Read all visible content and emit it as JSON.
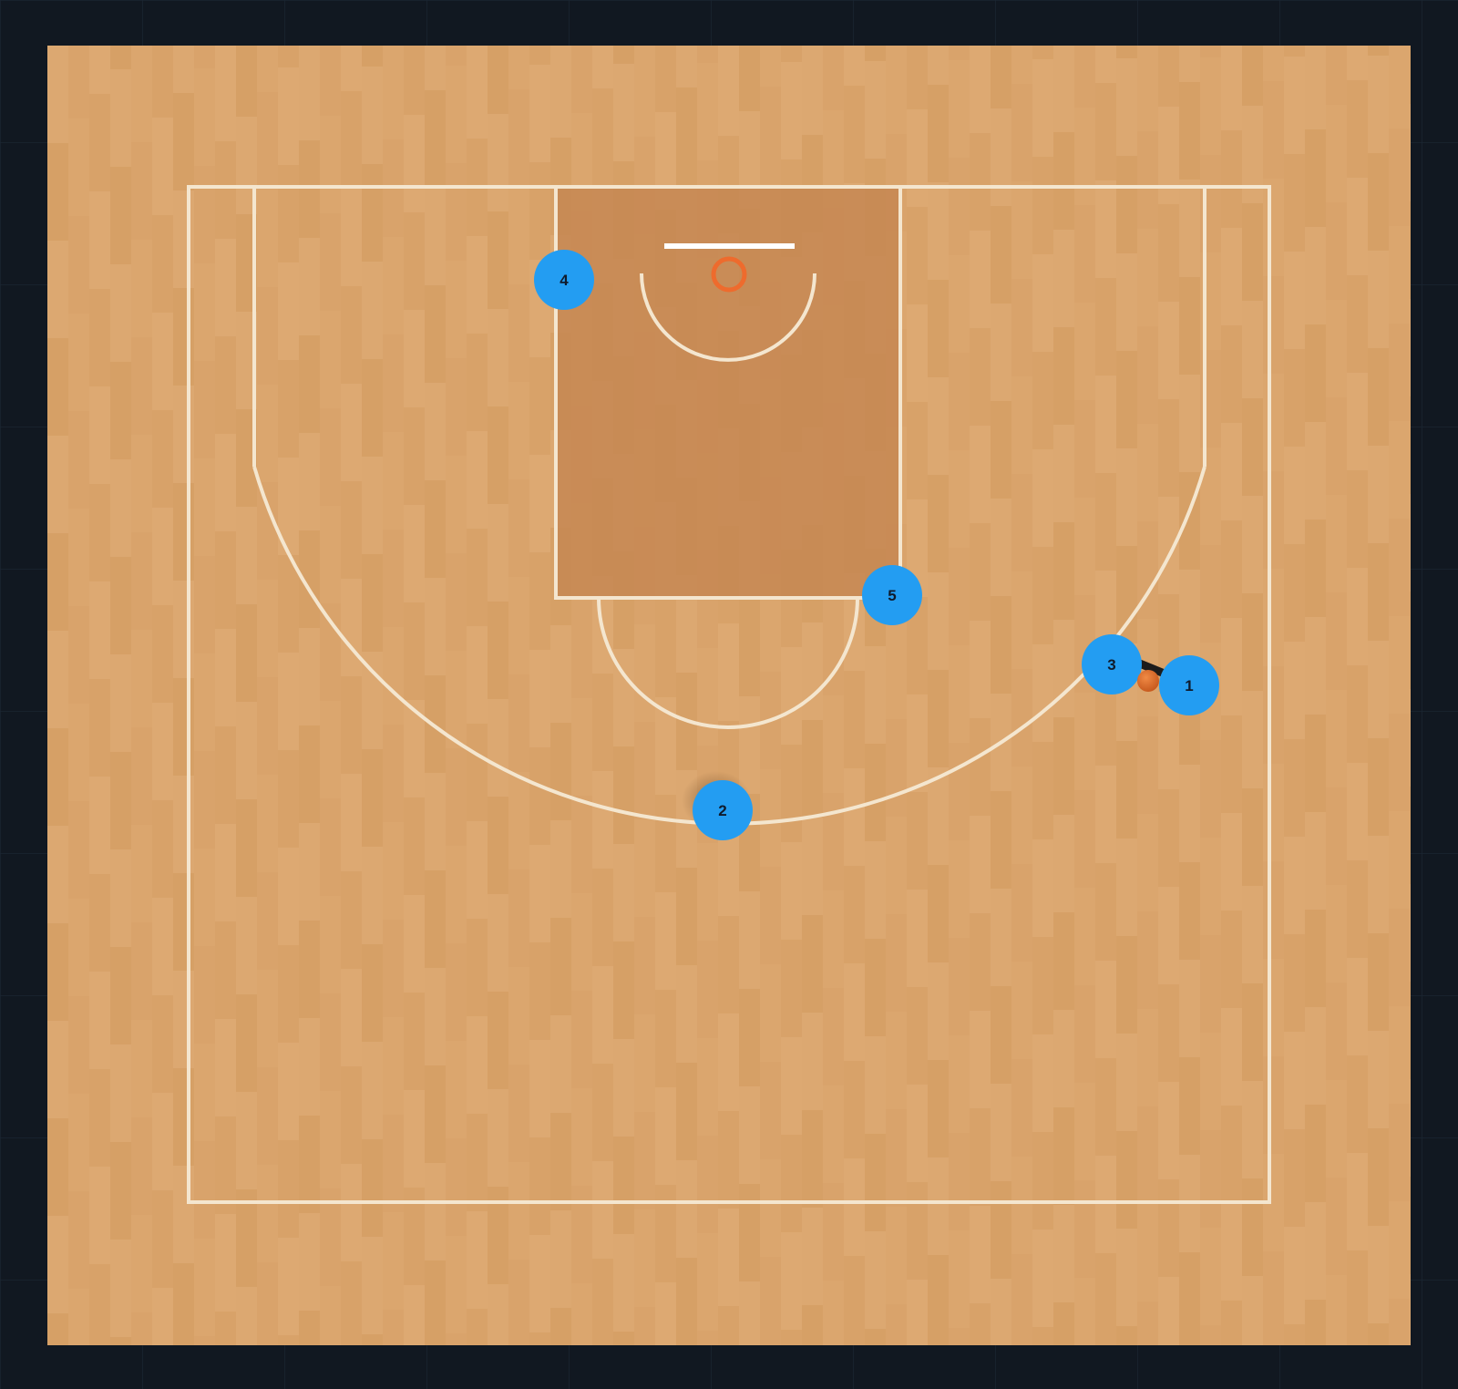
{
  "colors": {
    "background": "#111821",
    "grid_line": "#1b2531",
    "floor_light": "#dca871",
    "floor_dark": "#d49d63",
    "paint": "#c58752",
    "court_line": "#f4e6cf",
    "rim": "#ee6b2d",
    "backboard": "#ffffff",
    "player_fill": "#239df2",
    "player_text": "#0f1b2d",
    "ball": "#e0742f",
    "pass_line": "#1c1c1c"
  },
  "players": [
    {
      "id": "player-1",
      "label": "1"
    },
    {
      "id": "player-2",
      "label": "2"
    },
    {
      "id": "player-3",
      "label": "3"
    },
    {
      "id": "player-4",
      "label": "4"
    },
    {
      "id": "player-5",
      "label": "5"
    }
  ],
  "ball": {
    "holder": "between 3 and 1"
  }
}
